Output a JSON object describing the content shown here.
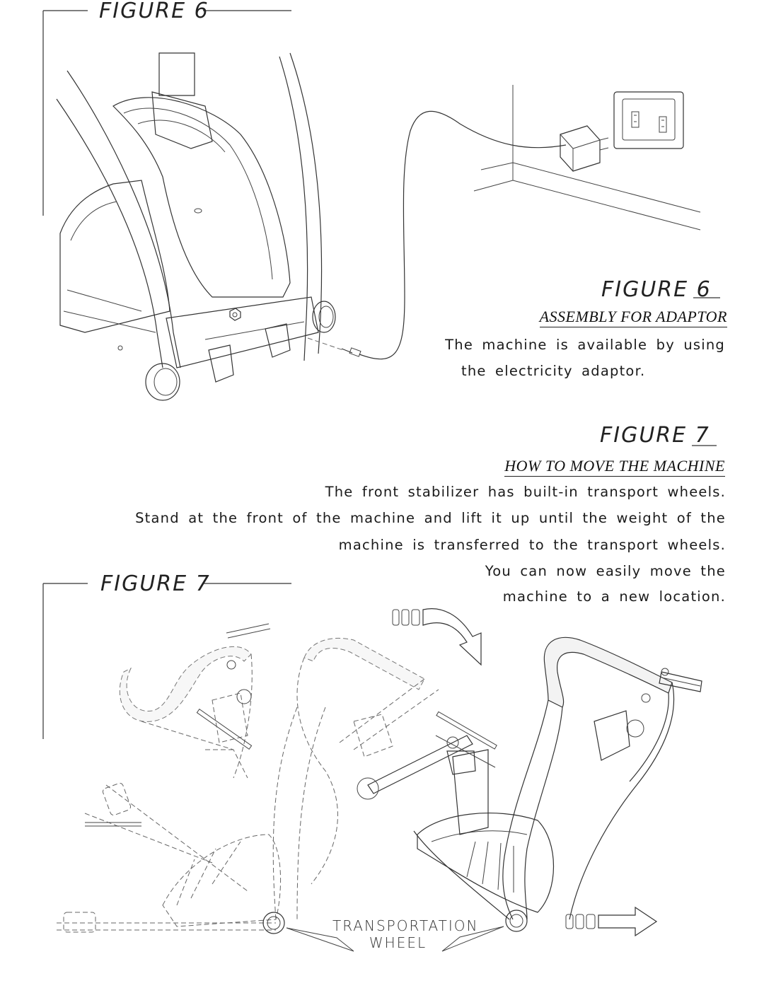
{
  "figure6": {
    "frame_title": "FIGURE 6",
    "caption_tag": "FIGURE 6",
    "heading": "ASSEMBLY FOR ADAPTOR",
    "lines": [
      "The machine is available by using",
      "the electricity adaptor."
    ]
  },
  "figure7": {
    "frame_title": "FIGURE 7",
    "caption_tag": "FIGURE 7",
    "heading": "HOW TO MOVE THE MACHINE",
    "lines": [
      "The front stabilizer has built-in transport wheels.",
      "Stand at the front of the machine and lift it up until the weight of the",
      "machine is transferred to the transport wheels.",
      "You can now easily move the",
      "machine to a new location."
    ],
    "wheel_label_line1": "TRANSPORTATION",
    "wheel_label_line2": "WHEEL"
  }
}
